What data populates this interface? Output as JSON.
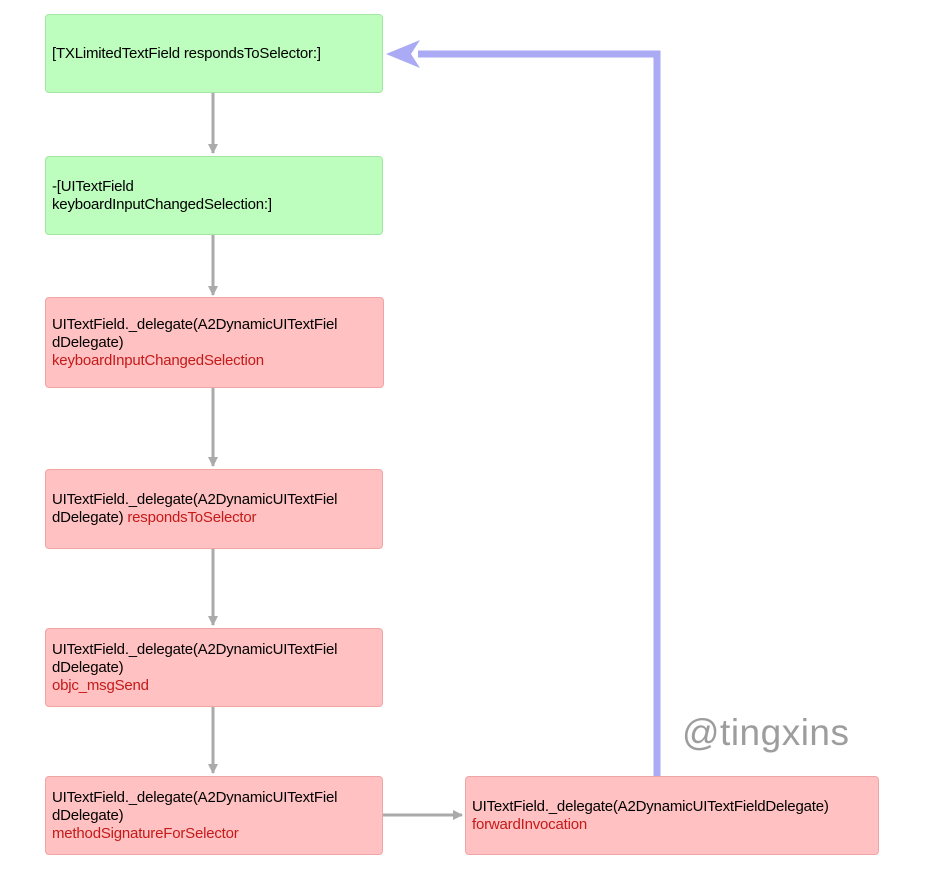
{
  "nodes": [
    {
      "id": "n1",
      "text": "[TXLimitedTextField respondsToSelector:]",
      "selector": ""
    },
    {
      "id": "n2",
      "text_line1": "-[UITextField",
      "text_line2": "keyboardInputChangedSelection:]",
      "selector": ""
    },
    {
      "id": "n3",
      "text_line1": "UITextField._delegate(A2DynamicUITextFiel",
      "text_line2": "dDelegate)",
      "selector": "keyboardInputChangedSelection"
    },
    {
      "id": "n4",
      "text_line1": "UITextField._delegate(A2DynamicUITextFiel",
      "text_line2": "dDelegate) ",
      "selector": "respondsToSelector"
    },
    {
      "id": "n5",
      "text_line1": "UITextField._delegate(A2DynamicUITextFiel",
      "text_line2": "dDelegate)",
      "selector": "objc_msgSend"
    },
    {
      "id": "n6",
      "text_line1": "UITextField._delegate(A2DynamicUITextFiel",
      "text_line2": "dDelegate)",
      "selector": "methodSignatureForSelector"
    },
    {
      "id": "n7",
      "text_line1": "UITextField._delegate(A2DynamicUITextFieldDelegate)",
      "selector": "forwardInvocation"
    }
  ],
  "watermark": "@tingxins",
  "colors": {
    "green_fill": "#bdfdbd",
    "red_fill": "#ffc1c1",
    "selector_text": "#c41a1a",
    "gray_arrow": "#aaaaaa",
    "loop_arrow": "#aaaaf5"
  }
}
